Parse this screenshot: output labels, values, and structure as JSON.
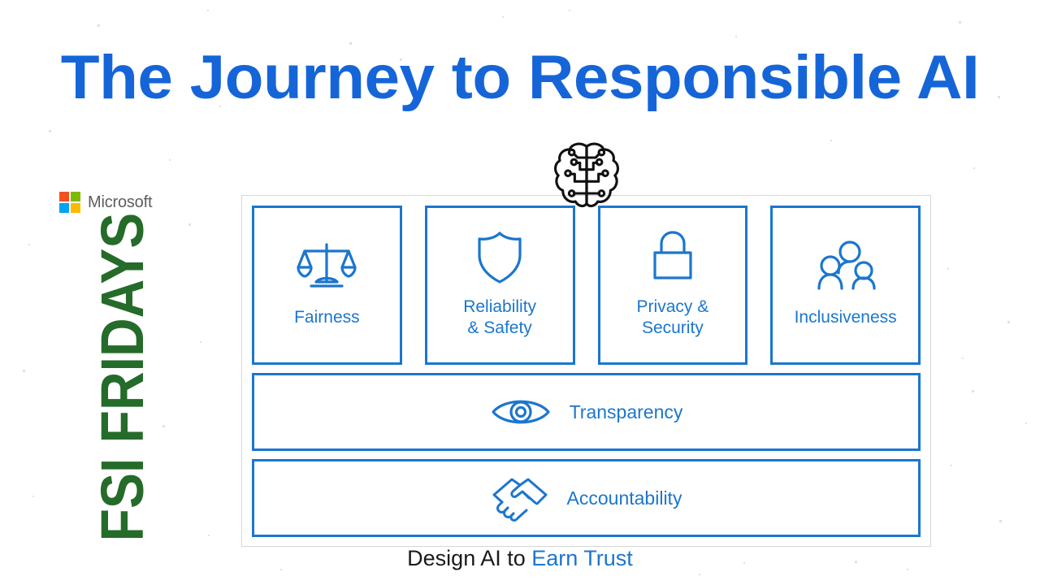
{
  "page": {
    "title": "The Journey to Responsible AI",
    "title_color": "#1565D8",
    "background_color": "#FFFFFF"
  },
  "brand": {
    "name": "Microsoft",
    "logo_icon": "microsoft-logo-icon",
    "logo_colors": {
      "top_left": "#F25022",
      "top_right": "#7FBA00",
      "bottom_left": "#00A4EF",
      "bottom_right": "#FFB900"
    },
    "series_label": "FSI FRIDAYS",
    "series_color": "#256B29"
  },
  "diagram": {
    "top_icon": "brain-circuit-icon",
    "accent_color": "#1B76CE",
    "frame_color": "#D6D6D6",
    "pillars": [
      {
        "label": "Fairness",
        "icon": "scales-balance-icon"
      },
      {
        "label": "Reliability\n& Safety",
        "label_line1": "Reliability",
        "label_line2": "& Safety",
        "icon": "shield-icon"
      },
      {
        "label": "Privacy &\nSecurity",
        "label_line1": "Privacy &",
        "label_line2": "Security",
        "icon": "padlock-icon"
      },
      {
        "label": "Inclusiveness",
        "icon": "people-group-icon"
      }
    ],
    "bars": [
      {
        "label": "Transparency",
        "icon": "eye-icon"
      },
      {
        "label": "Accountability",
        "icon": "handshake-icon"
      }
    ]
  },
  "footer": {
    "prefix": "Design AI to ",
    "accent": "Earn Trust",
    "accent_color": "#1B76CE"
  }
}
